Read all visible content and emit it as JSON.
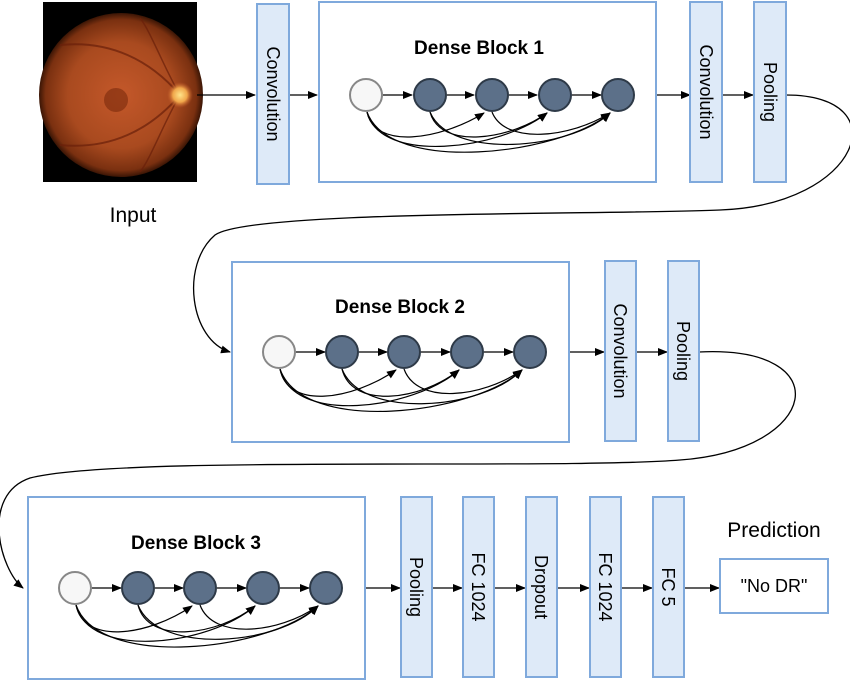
{
  "input_label": "Input",
  "prediction_label": "Prediction",
  "output_value": "\"No DR\"",
  "blocks": {
    "dense1": "Dense Block 1",
    "dense2": "Dense Block 2",
    "dense3": "Dense Block 3"
  },
  "layers": {
    "conv1": "Convolution",
    "conv2": "Convolution",
    "pool1": "Pooling",
    "conv3": "Convolution",
    "pool2": "Pooling",
    "pool3": "Pooling",
    "fc1": "FC 1024",
    "dropout": "Dropout",
    "fc2": "FC 1024",
    "fc3": "FC 5"
  },
  "colors": {
    "box_border": "#7fa9dc",
    "box_fill": "#deeaf8",
    "node_fill": "#5c7089",
    "node_input_fill": "#f7f7f7"
  }
}
